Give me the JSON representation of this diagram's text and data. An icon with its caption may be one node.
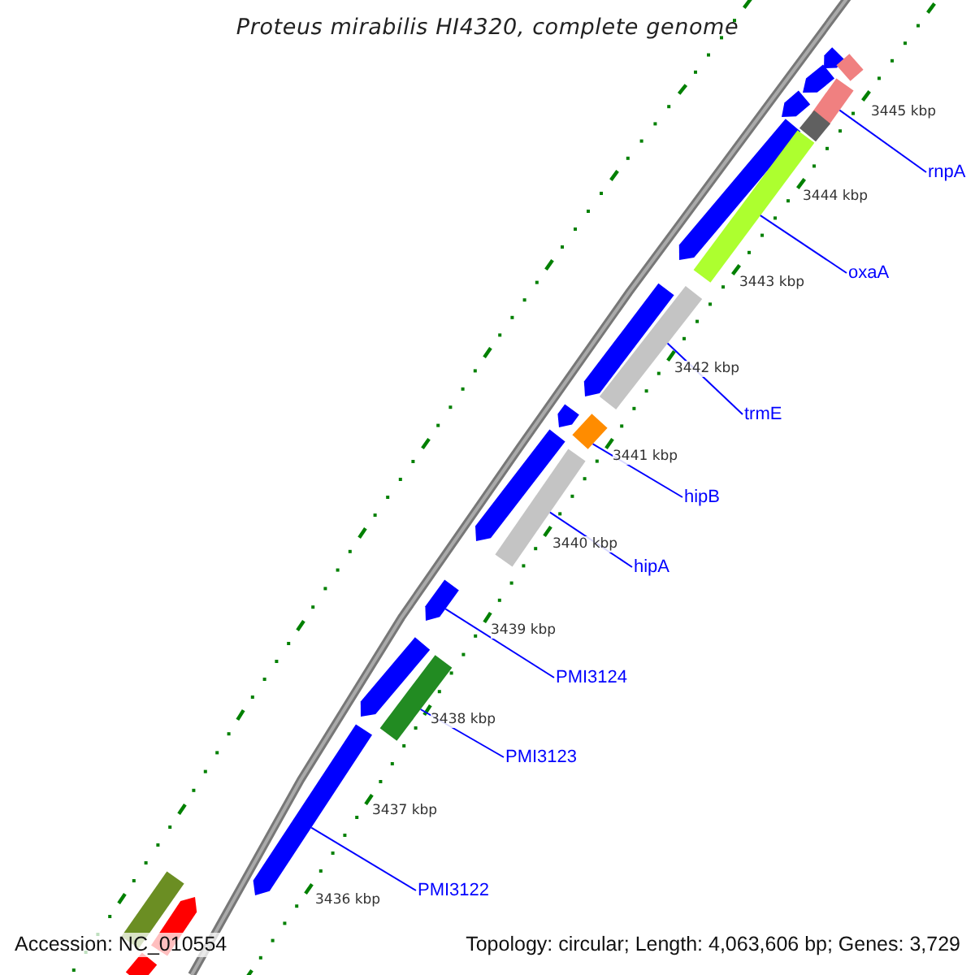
{
  "diagram": {
    "title": "Proteus mirabilis HI4320, complete genome",
    "nodes": [
      {
        "text": [
          "rnpA"
        ]
      },
      {
        "text": [
          "oxaA"
        ]
      },
      {
        "text": [
          "trmE"
        ]
      },
      {
        "text": [
          "hipB"
        ]
      },
      {
        "text": [
          "hipA"
        ]
      },
      {
        "text": [
          "PMI3124"
        ]
      },
      {
        "text": [
          "PMI3123"
        ]
      },
      {
        "text": [
          "PMI3122"
        ]
      },
      {
        "text": [],
        "shape": "arrow"
      },
      {
        "text": [],
        "shape": "bar"
      },
      {
        "text": [],
        "shape": "arrow"
      },
      {
        "text": [],
        "shape": "bar"
      },
      {
        "text": [],
        "shape": "arrow"
      },
      {
        "text": [],
        "shape": "bar"
      },
      {
        "text": [],
        "shape": "arrow"
      },
      {
        "text": [],
        "shape": "bar"
      },
      {
        "text": [],
        "shape": "arrow"
      },
      {
        "text": [],
        "shape": "bar"
      },
      {
        "text": [],
        "shape": "arrow"
      },
      {
        "text": [],
        "shape": "bar"
      },
      {
        "text": [],
        "shape": "arrow"
      },
      {
        "text": [],
        "shape": "bar"
      },
      {
        "text": [],
        "shape": "arrow"
      },
      {
        "text": [],
        "shape": "arrow"
      },
      {
        "text": [],
        "shape": "bar"
      },
      {
        "text": [],
        "shape": "bar"
      },
      {
        "text": [],
        "shape": "arrow"
      },
      {
        "text": [],
        "shape": "arrow"
      },
      {
        "text": [],
        "shape": "bar"
      }
    ],
    "edges": [
      {
        "from": 0,
        "to": 11,
        "arrow": "none"
      },
      {
        "from": 1,
        "to": 15,
        "arrow": "none"
      },
      {
        "from": 2,
        "to": 17,
        "arrow": "none"
      },
      {
        "from": 3,
        "to": 19,
        "arrow": "none"
      },
      {
        "from": 4,
        "to": 21,
        "arrow": "none"
      },
      {
        "from": 5,
        "to": 22,
        "arrow": "none"
      },
      {
        "from": 6,
        "to": 24,
        "arrow": "none"
      },
      {
        "from": 7,
        "to": 26,
        "arrow": "none"
      }
    ],
    "labels": [
      "3445 kbp",
      "3444 kbp",
      "3443 kbp",
      "3442 kbp",
      "3441 kbp",
      "3440 kbp",
      "3439 kbp",
      "3438 kbp",
      "3437 kbp",
      "3436 kbp",
      "Accession: NC_010554",
      "Topology: circular; Length: 4,063,606 bp; Genes: 3,729"
    ]
  }
}
